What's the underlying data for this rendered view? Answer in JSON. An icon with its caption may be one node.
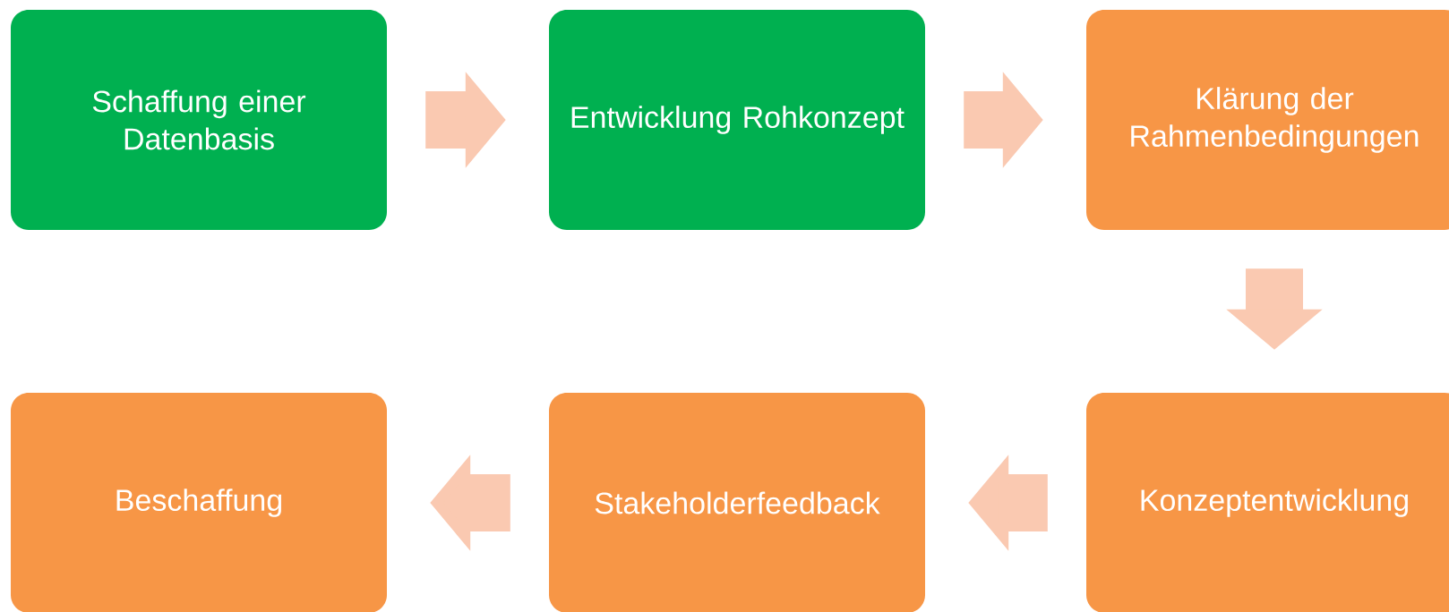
{
  "diagram": {
    "nodes": [
      {
        "text": [
          "Schaffung einer Datenbasis"
        ]
      },
      {
        "text": [
          "Entwicklung Rohkonzept"
        ]
      },
      {
        "text": [
          "Klärung der Rahmenbedingungen"
        ]
      },
      {
        "text": [
          "Beschaffung"
        ]
      },
      {
        "text": [
          "Stakeholderfeedback"
        ]
      },
      {
        "text": [
          "Konzeptentwicklung"
        ]
      }
    ],
    "edges": [
      {
        "from": 0,
        "to": 1,
        "arrow": "to"
      },
      {
        "from": 1,
        "to": 2,
        "arrow": "to"
      },
      {
        "from": 2,
        "to": 5,
        "arrow": "to"
      },
      {
        "from": 5,
        "to": 4,
        "arrow": "to"
      },
      {
        "from": 4,
        "to": 3,
        "arrow": "to"
      }
    ]
  }
}
